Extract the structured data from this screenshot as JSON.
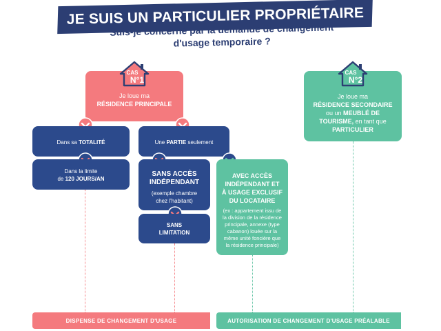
{
  "header": {
    "title": "JE SUIS UN PARTICULIER PROPRIÉTAIRE",
    "subtitle_line1": "Suis-je concerné par la demande de changement",
    "subtitle_line2": "d'usage temporaire ?"
  },
  "case1": {
    "badge_label": "CAS",
    "badge_number": "N°1",
    "line1": "Je loue ma",
    "line2": "RÉSIDENCE PRINCIPALE"
  },
  "case2": {
    "badge_label": "CAS",
    "badge_number": "N°2",
    "line1": "Je loue ma",
    "line2": "RÉSIDENCE SECONDAIRE",
    "line3_pre": "ou un",
    "line3_bold": "MEUBLÉ DE",
    "line4_bold": "TOURISME,",
    "line4_post": "en tant que",
    "line5": "PARTICULIER"
  },
  "totality": {
    "pre": "Dans sa",
    "bold": "TOTALITÉ"
  },
  "limit": {
    "line1": "Dans la limite",
    "pre": "de",
    "bold": "120 JOURS/AN"
  },
  "partial": {
    "pre": "Une",
    "bold": "PARTIE",
    "post": "seulement"
  },
  "no_access": {
    "title_line1": "SANS ACCÈS",
    "title_line2": "INDÉPENDANT",
    "note_line1": "(exemple chambre",
    "note_line2": "chez l'habitant)"
  },
  "no_limit": {
    "line1": "SANS",
    "line2": "LIMITATION"
  },
  "with_access": {
    "title_line1": "AVEC ACCÈS",
    "title_line2": "INDÉPENDANT ET",
    "title_line3": "À USAGE EXCLUSIF",
    "title_line4": "DU LOCATAIRE",
    "note_lines": [
      "(ex : appartement issu de",
      "la division de la résidence",
      "principale, annexe (type",
      "cabanon) louée sur la",
      "même unité foncière que",
      "la résidence principale)"
    ]
  },
  "footer": {
    "left": "DISPENSE DE CHANGEMENT D'USAGE",
    "right": "AUTORISATION DE CHANGEMENT D'USAGE PRÉALABLE"
  },
  "colors": {
    "navy": "#2c4a8c",
    "red": "#f47a7e",
    "teal": "#5ec2a1",
    "title": "#2c3e73"
  }
}
